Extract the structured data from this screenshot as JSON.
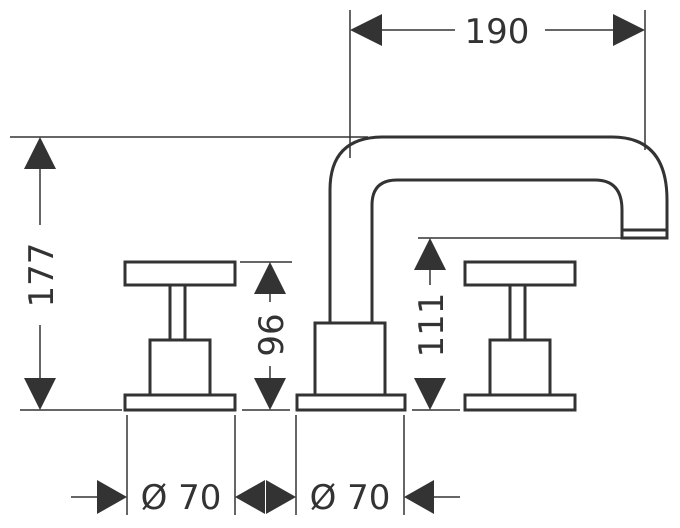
{
  "drawing": {
    "title": "Three-hole basin mixer dimensions",
    "dimensions": {
      "spout_reach": "190",
      "total_height": "177",
      "handle_height": "96",
      "spout_outlet_height": "111",
      "handle_base_diameter": "Ø 70",
      "spout_base_diameter": "Ø 70"
    },
    "line_color": "#333333"
  }
}
